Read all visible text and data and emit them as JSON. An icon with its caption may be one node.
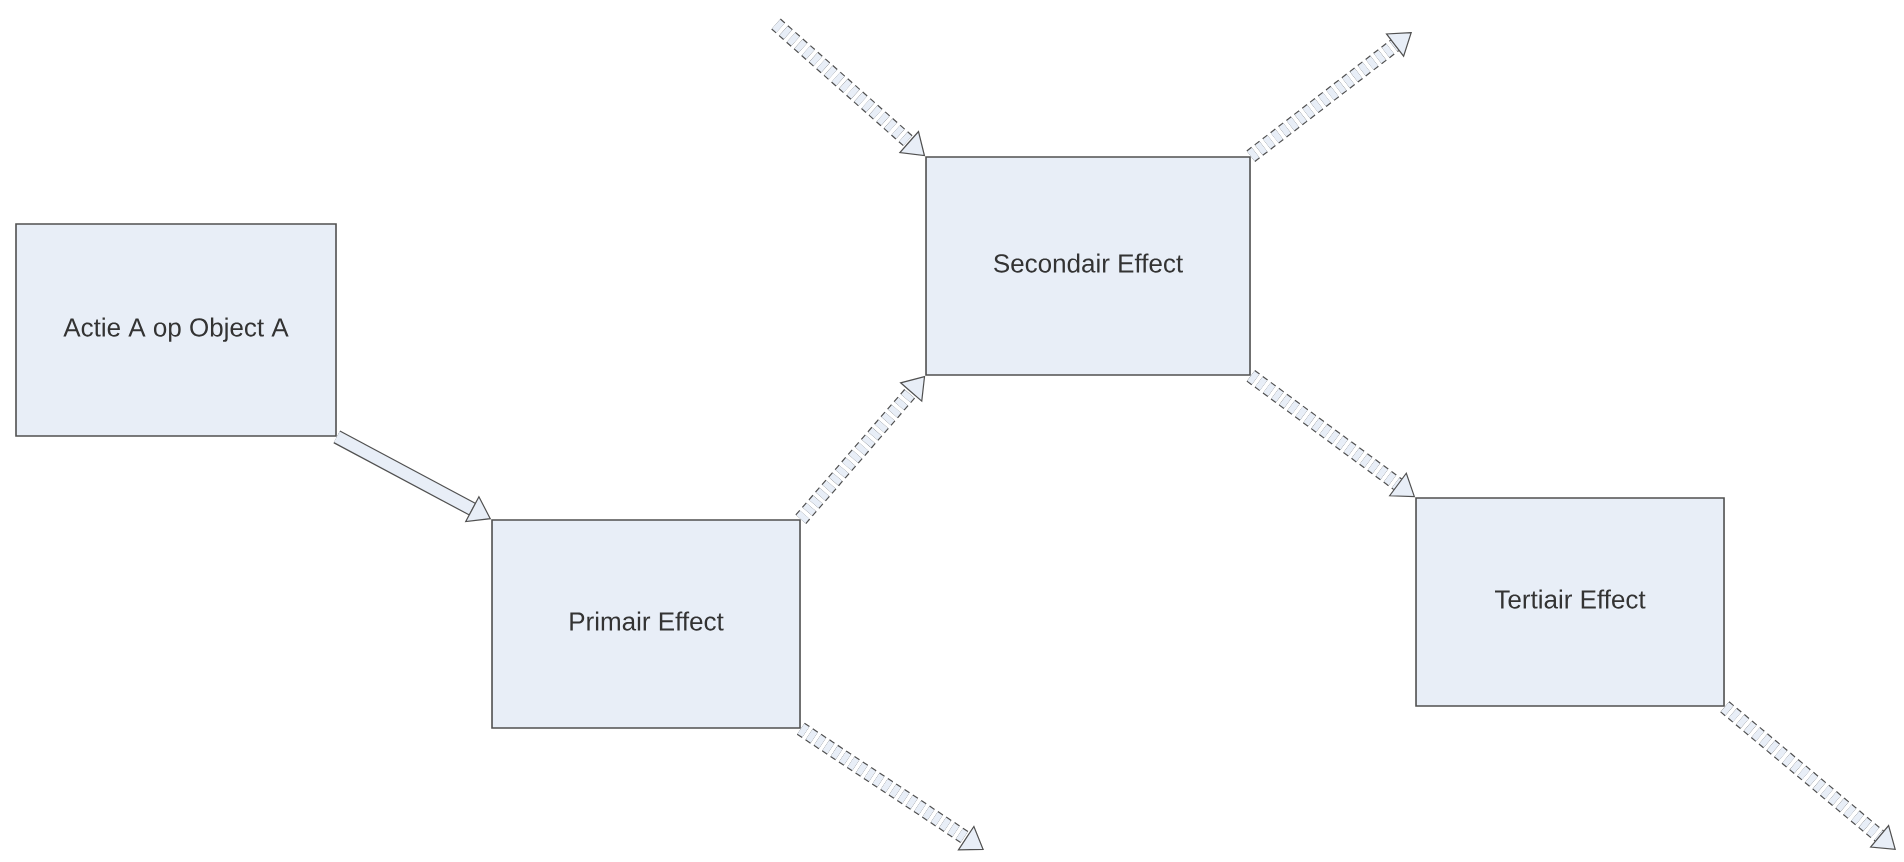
{
  "diagram": {
    "nodes": [
      {
        "text": [
          "Actie A op Object A"
        ]
      },
      {
        "text": [
          "Primair Effect"
        ]
      },
      {
        "text": [
          "Secondair Effect"
        ]
      },
      {
        "text": [
          "Tertiair Effect"
        ]
      }
    ],
    "edges": [
      {
        "from": 0,
        "to": 1,
        "arrow": "to"
      },
      {
        "from": 1,
        "to": 2,
        "arrow": "to",
        "style": "dashed"
      },
      {
        "from": 2,
        "to": 3,
        "arrow": "to",
        "style": "dashed"
      },
      {
        "from": null,
        "to": 2,
        "arrow": "to",
        "style": "dashed"
      },
      {
        "from": 2,
        "to": null,
        "arrow": "to",
        "style": "dashed"
      },
      {
        "from": 1,
        "to": null,
        "arrow": "to",
        "style": "dashed"
      },
      {
        "from": 3,
        "to": null,
        "arrow": "to",
        "style": "dashed"
      }
    ]
  }
}
